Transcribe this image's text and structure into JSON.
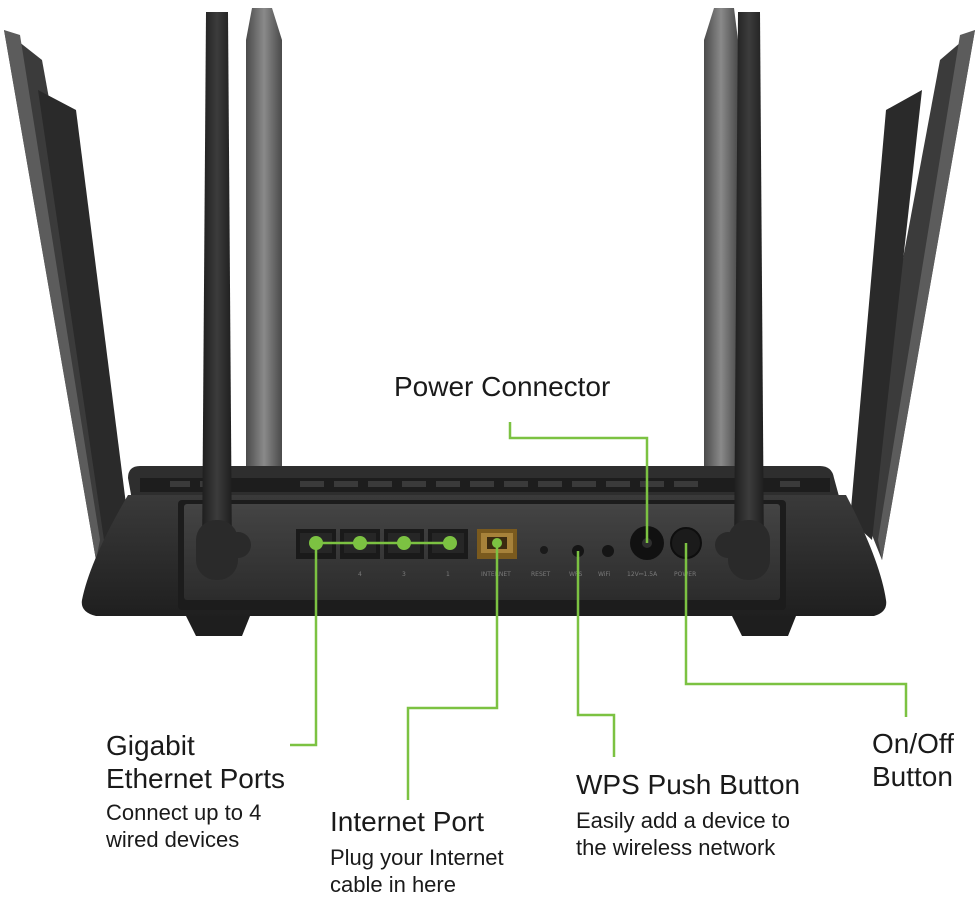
{
  "labels": {
    "power_connector": {
      "title": "Power Connector"
    },
    "ethernet_ports": {
      "title_line1": "Gigabit",
      "title_line2": "Ethernet Ports",
      "desc_line1": "Connect up to 4",
      "desc_line2": "wired devices"
    },
    "internet_port": {
      "title": "Internet Port",
      "desc_line1": "Plug your Internet",
      "desc_line2": "cable in here"
    },
    "wps_button": {
      "title": "WPS Push Button",
      "desc_line1": "Easily add a device to",
      "desc_line2": "the wireless network"
    },
    "on_off_button": {
      "title_line1": "On/Off",
      "title_line2": "Button"
    }
  },
  "colors": {
    "callout_line": "#7cc242",
    "port_dot": "#7cc242",
    "router_body": "#2b2b2b",
    "router_panel": "#3a3a3a",
    "antenna": "#2e2e2e",
    "antenna_grey": "#6d6d6d"
  }
}
